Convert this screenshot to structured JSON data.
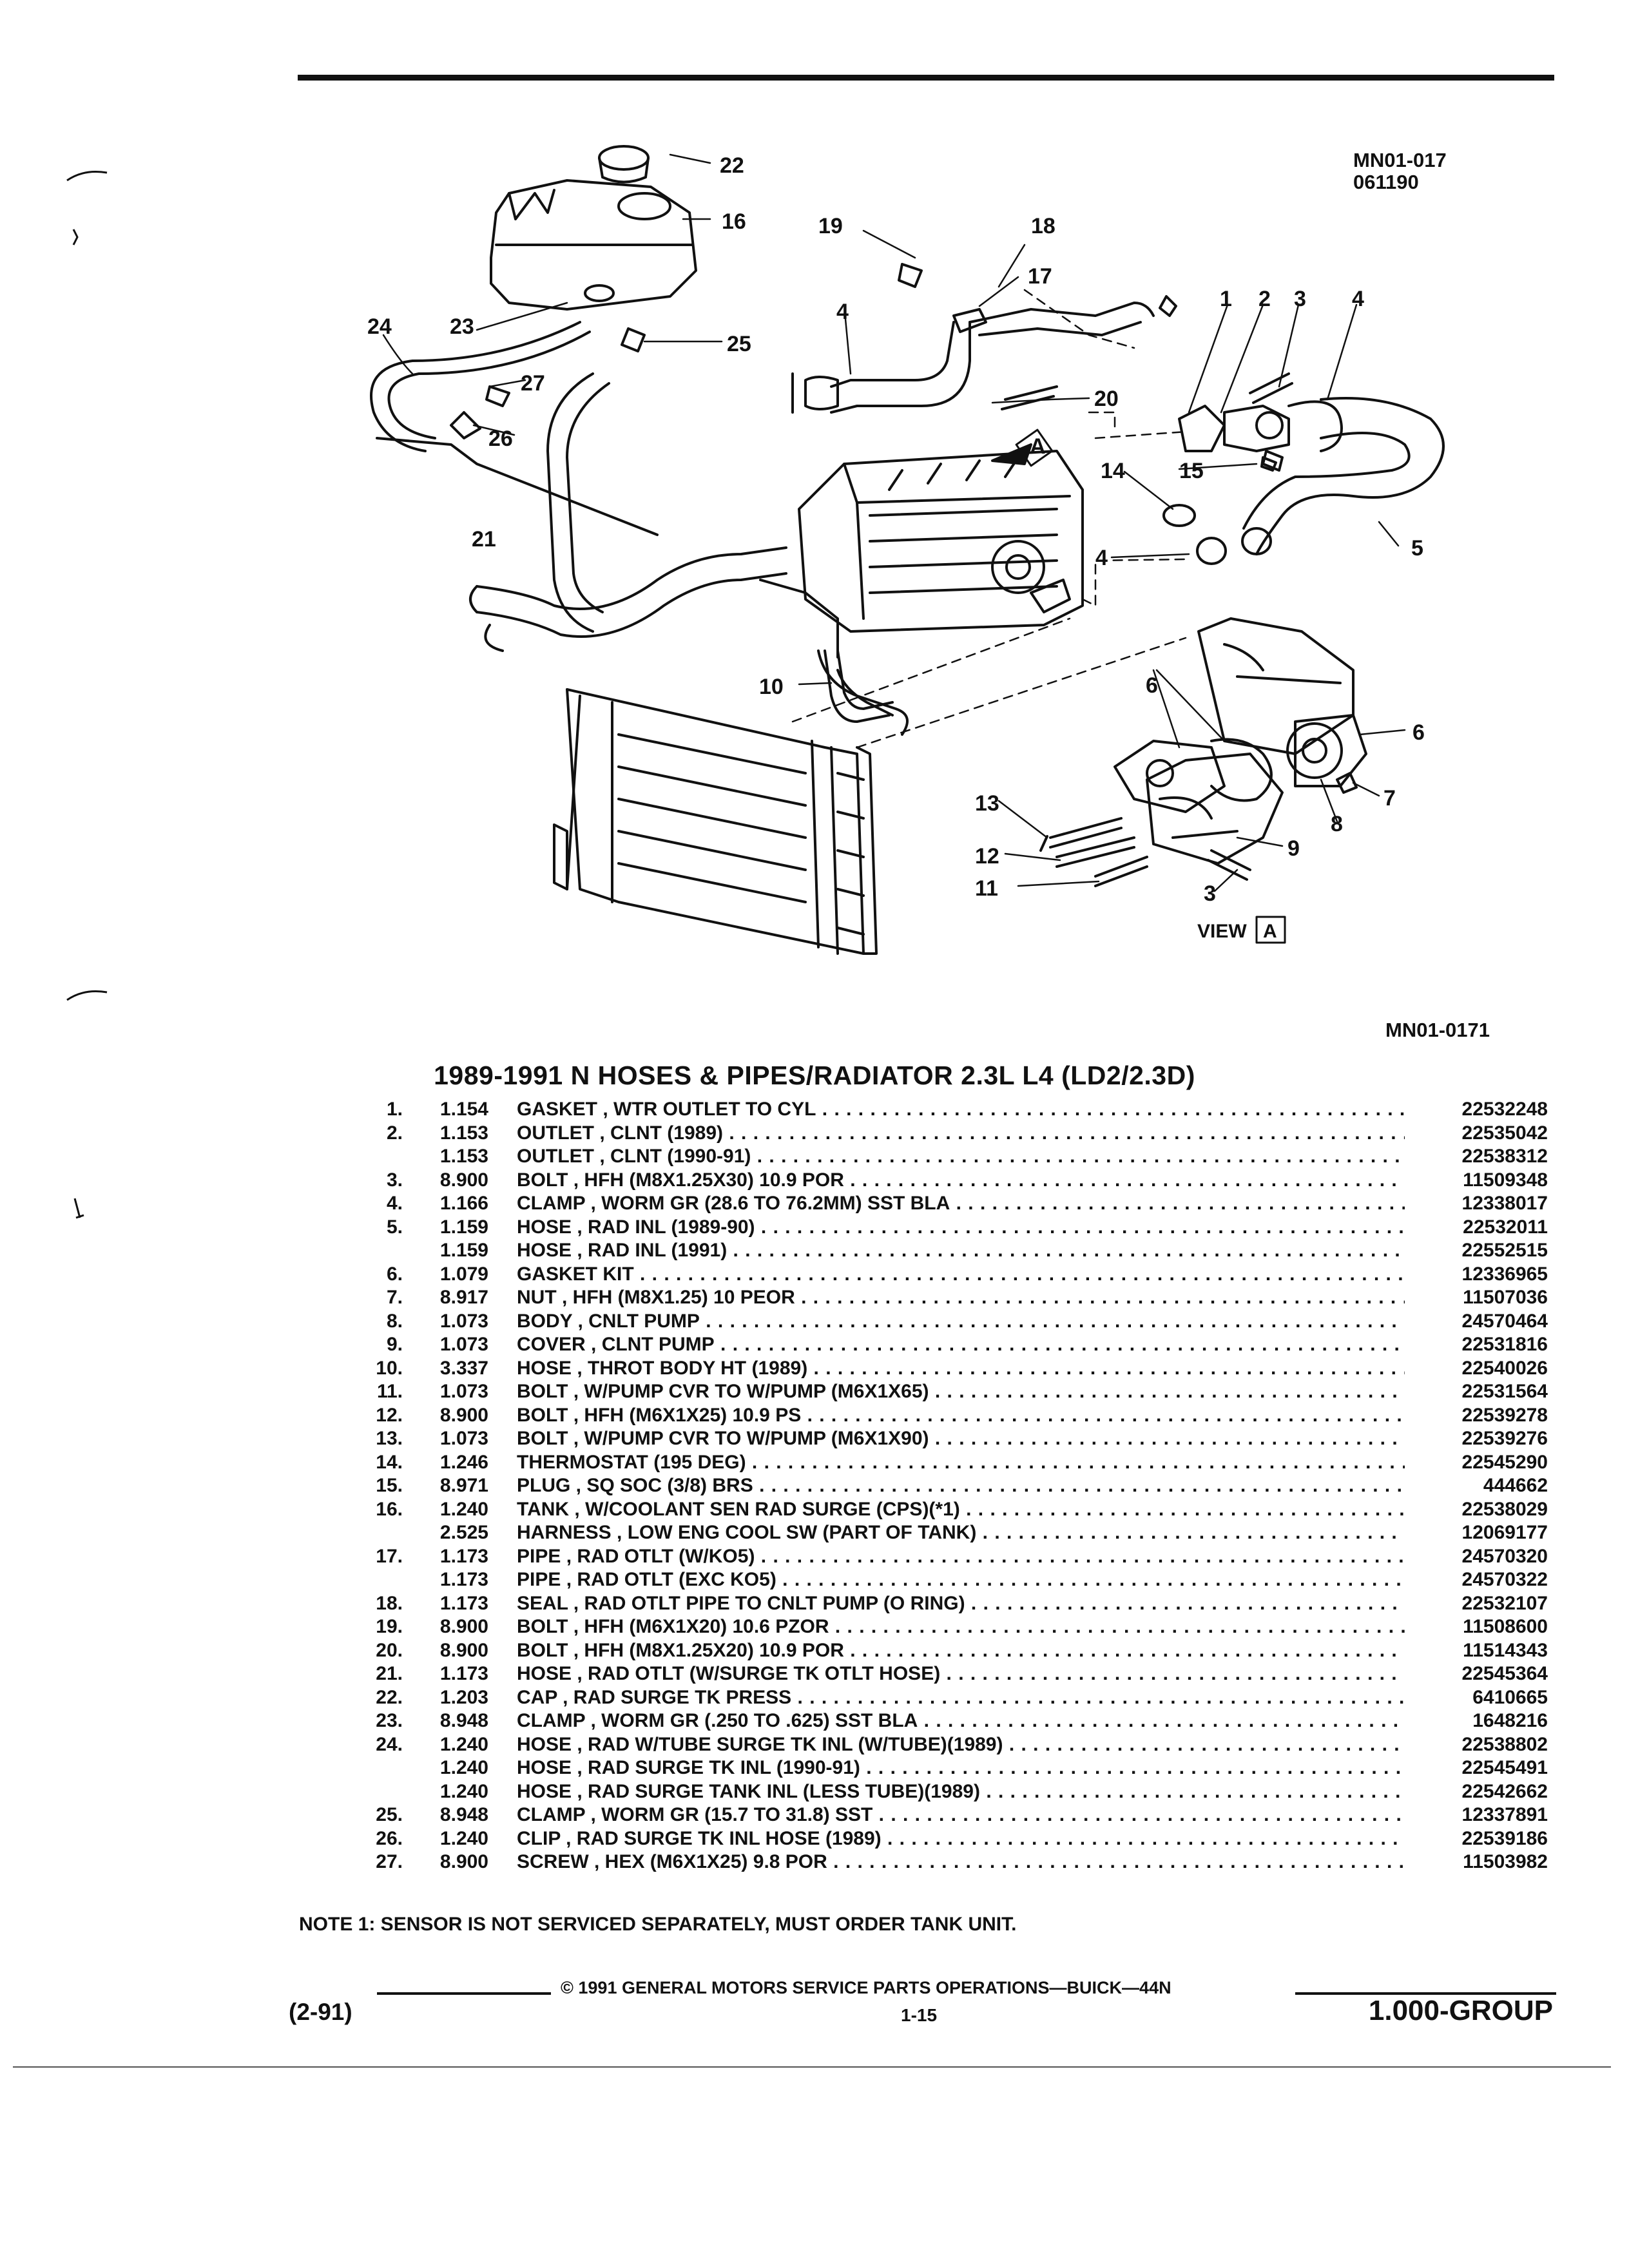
{
  "header": {
    "illustration_code": "MN01-017",
    "illustration_date": "061190",
    "illustration_ref": "MN01-0171"
  },
  "diagram": {
    "callouts": [
      "22",
      "16",
      "19",
      "18",
      "17",
      "1",
      "2",
      "3",
      "4",
      "24",
      "23",
      "25",
      "4",
      "27",
      "26",
      "20",
      "A",
      "14",
      "15",
      "5",
      "21",
      "4",
      "10",
      "6",
      "6",
      "13",
      "8",
      "7",
      "9",
      "12",
      "3",
      "11"
    ],
    "view_label": "VIEW",
    "view_letter": "A"
  },
  "title": "1989-1991 N HOSES & PIPES/RADIATOR 2.3L L4 (LD2/2.3D)",
  "parts": [
    {
      "num": "1.",
      "group": "1.154",
      "desc": "GASKET , WTR OUTLET TO CYL",
      "pn": "22532248"
    },
    {
      "num": "2.",
      "group": "1.153",
      "desc": "OUTLET , CLNT (1989)",
      "pn": "22535042"
    },
    {
      "num": "",
      "group": "1.153",
      "desc": "OUTLET , CLNT (1990-91)",
      "pn": "22538312"
    },
    {
      "num": "3.",
      "group": "8.900",
      "desc": "BOLT , HFH (M8X1.25X30) 10.9 POR",
      "pn": "11509348"
    },
    {
      "num": "4.",
      "group": "1.166",
      "desc": "CLAMP , WORM GR (28.6 TO 76.2MM) SST BLA",
      "pn": "12338017"
    },
    {
      "num": "5.",
      "group": "1.159",
      "desc": "HOSE , RAD INL (1989-90)",
      "pn": "22532011"
    },
    {
      "num": "",
      "group": "1.159",
      "desc": "HOSE , RAD INL (1991)",
      "pn": "22552515"
    },
    {
      "num": "6.",
      "group": "1.079",
      "desc": "GASKET KIT",
      "pn": "12336965"
    },
    {
      "num": "7.",
      "group": "8.917",
      "desc": "NUT , HFH (M8X1.25) 10 PEOR",
      "pn": "11507036"
    },
    {
      "num": "8.",
      "group": "1.073",
      "desc": "BODY , CNLT PUMP",
      "pn": "24570464"
    },
    {
      "num": "9.",
      "group": "1.073",
      "desc": "COVER , CLNT PUMP",
      "pn": "22531816"
    },
    {
      "num": "10.",
      "group": "3.337",
      "desc": "HOSE , THROT BODY HT (1989)",
      "pn": "22540026"
    },
    {
      "num": "11.",
      "group": "1.073",
      "desc": "BOLT , W/PUMP CVR TO W/PUMP (M6X1X65)",
      "pn": "22531564"
    },
    {
      "num": "12.",
      "group": "8.900",
      "desc": "BOLT , HFH (M6X1X25) 10.9 PS",
      "pn": "22539278"
    },
    {
      "num": "13.",
      "group": "1.073",
      "desc": "BOLT , W/PUMP CVR TO W/PUMP (M6X1X90)",
      "pn": "22539276"
    },
    {
      "num": "14.",
      "group": "1.246",
      "desc": "THERMOSTAT (195 DEG)",
      "pn": "22545290"
    },
    {
      "num": "15.",
      "group": "8.971",
      "desc": "PLUG , SQ SOC (3/8) BRS",
      "pn": "444662"
    },
    {
      "num": "16.",
      "group": "1.240",
      "desc": "TANK , W/COOLANT SEN RAD SURGE (CPS)(*1)",
      "pn": "22538029"
    },
    {
      "num": "",
      "group": "2.525",
      "desc": "HARNESS , LOW ENG COOL SW (PART OF TANK)",
      "pn": "12069177"
    },
    {
      "num": "17.",
      "group": "1.173",
      "desc": "PIPE , RAD OTLT (W/KO5)",
      "pn": "24570320"
    },
    {
      "num": "",
      "group": "1.173",
      "desc": "PIPE , RAD OTLT (EXC KO5)",
      "pn": "24570322"
    },
    {
      "num": "18.",
      "group": "1.173",
      "desc": "SEAL , RAD OTLT PIPE TO CNLT PUMP (O RING)",
      "pn": "22532107"
    },
    {
      "num": "19.",
      "group": "8.900",
      "desc": "BOLT , HFH (M6X1X20) 10.6 PZOR",
      "pn": "11508600"
    },
    {
      "num": "20.",
      "group": "8.900",
      "desc": "BOLT , HFH (M8X1.25X20) 10.9 POR",
      "pn": "11514343"
    },
    {
      "num": "21.",
      "group": "1.173",
      "desc": "HOSE , RAD OTLT (W/SURGE TK OTLT HOSE)",
      "pn": "22545364"
    },
    {
      "num": "22.",
      "group": "1.203",
      "desc": "CAP , RAD SURGE TK PRESS",
      "pn": "6410665"
    },
    {
      "num": "23.",
      "group": "8.948",
      "desc": "CLAMP , WORM GR (.250 TO .625) SST BLA",
      "pn": "1648216"
    },
    {
      "num": "24.",
      "group": "1.240",
      "desc": "HOSE , RAD W/TUBE SURGE TK INL (W/TUBE)(1989)",
      "pn": "22538802"
    },
    {
      "num": "",
      "group": "1.240",
      "desc": "HOSE , RAD SURGE TK INL (1990-91)",
      "pn": "22545491"
    },
    {
      "num": "",
      "group": "1.240",
      "desc": "HOSE , RAD SURGE TANK INL (LESS TUBE)(1989)",
      "pn": "22542662"
    },
    {
      "num": "25.",
      "group": "8.948",
      "desc": "CLAMP , WORM GR (15.7 TO 31.8) SST",
      "pn": "12337891"
    },
    {
      "num": "26.",
      "group": "1.240",
      "desc": "CLIP , RAD SURGE TK INL HOSE (1989)",
      "pn": "22539186"
    },
    {
      "num": "27.",
      "group": "8.900",
      "desc": "SCREW , HEX (M6X1X25) 9.8 POR",
      "pn": "11503982"
    }
  ],
  "note": "NOTE  1:  SENSOR IS NOT SERVICED SEPARATELY, MUST ORDER TANK UNIT.",
  "footer": {
    "copyright": "©  1991  GENERAL MOTORS SERVICE PARTS OPERATIONS—BUICK—44N",
    "date_code": "(2-91)",
    "page": "1-15",
    "group": "1.000-GROUP"
  }
}
